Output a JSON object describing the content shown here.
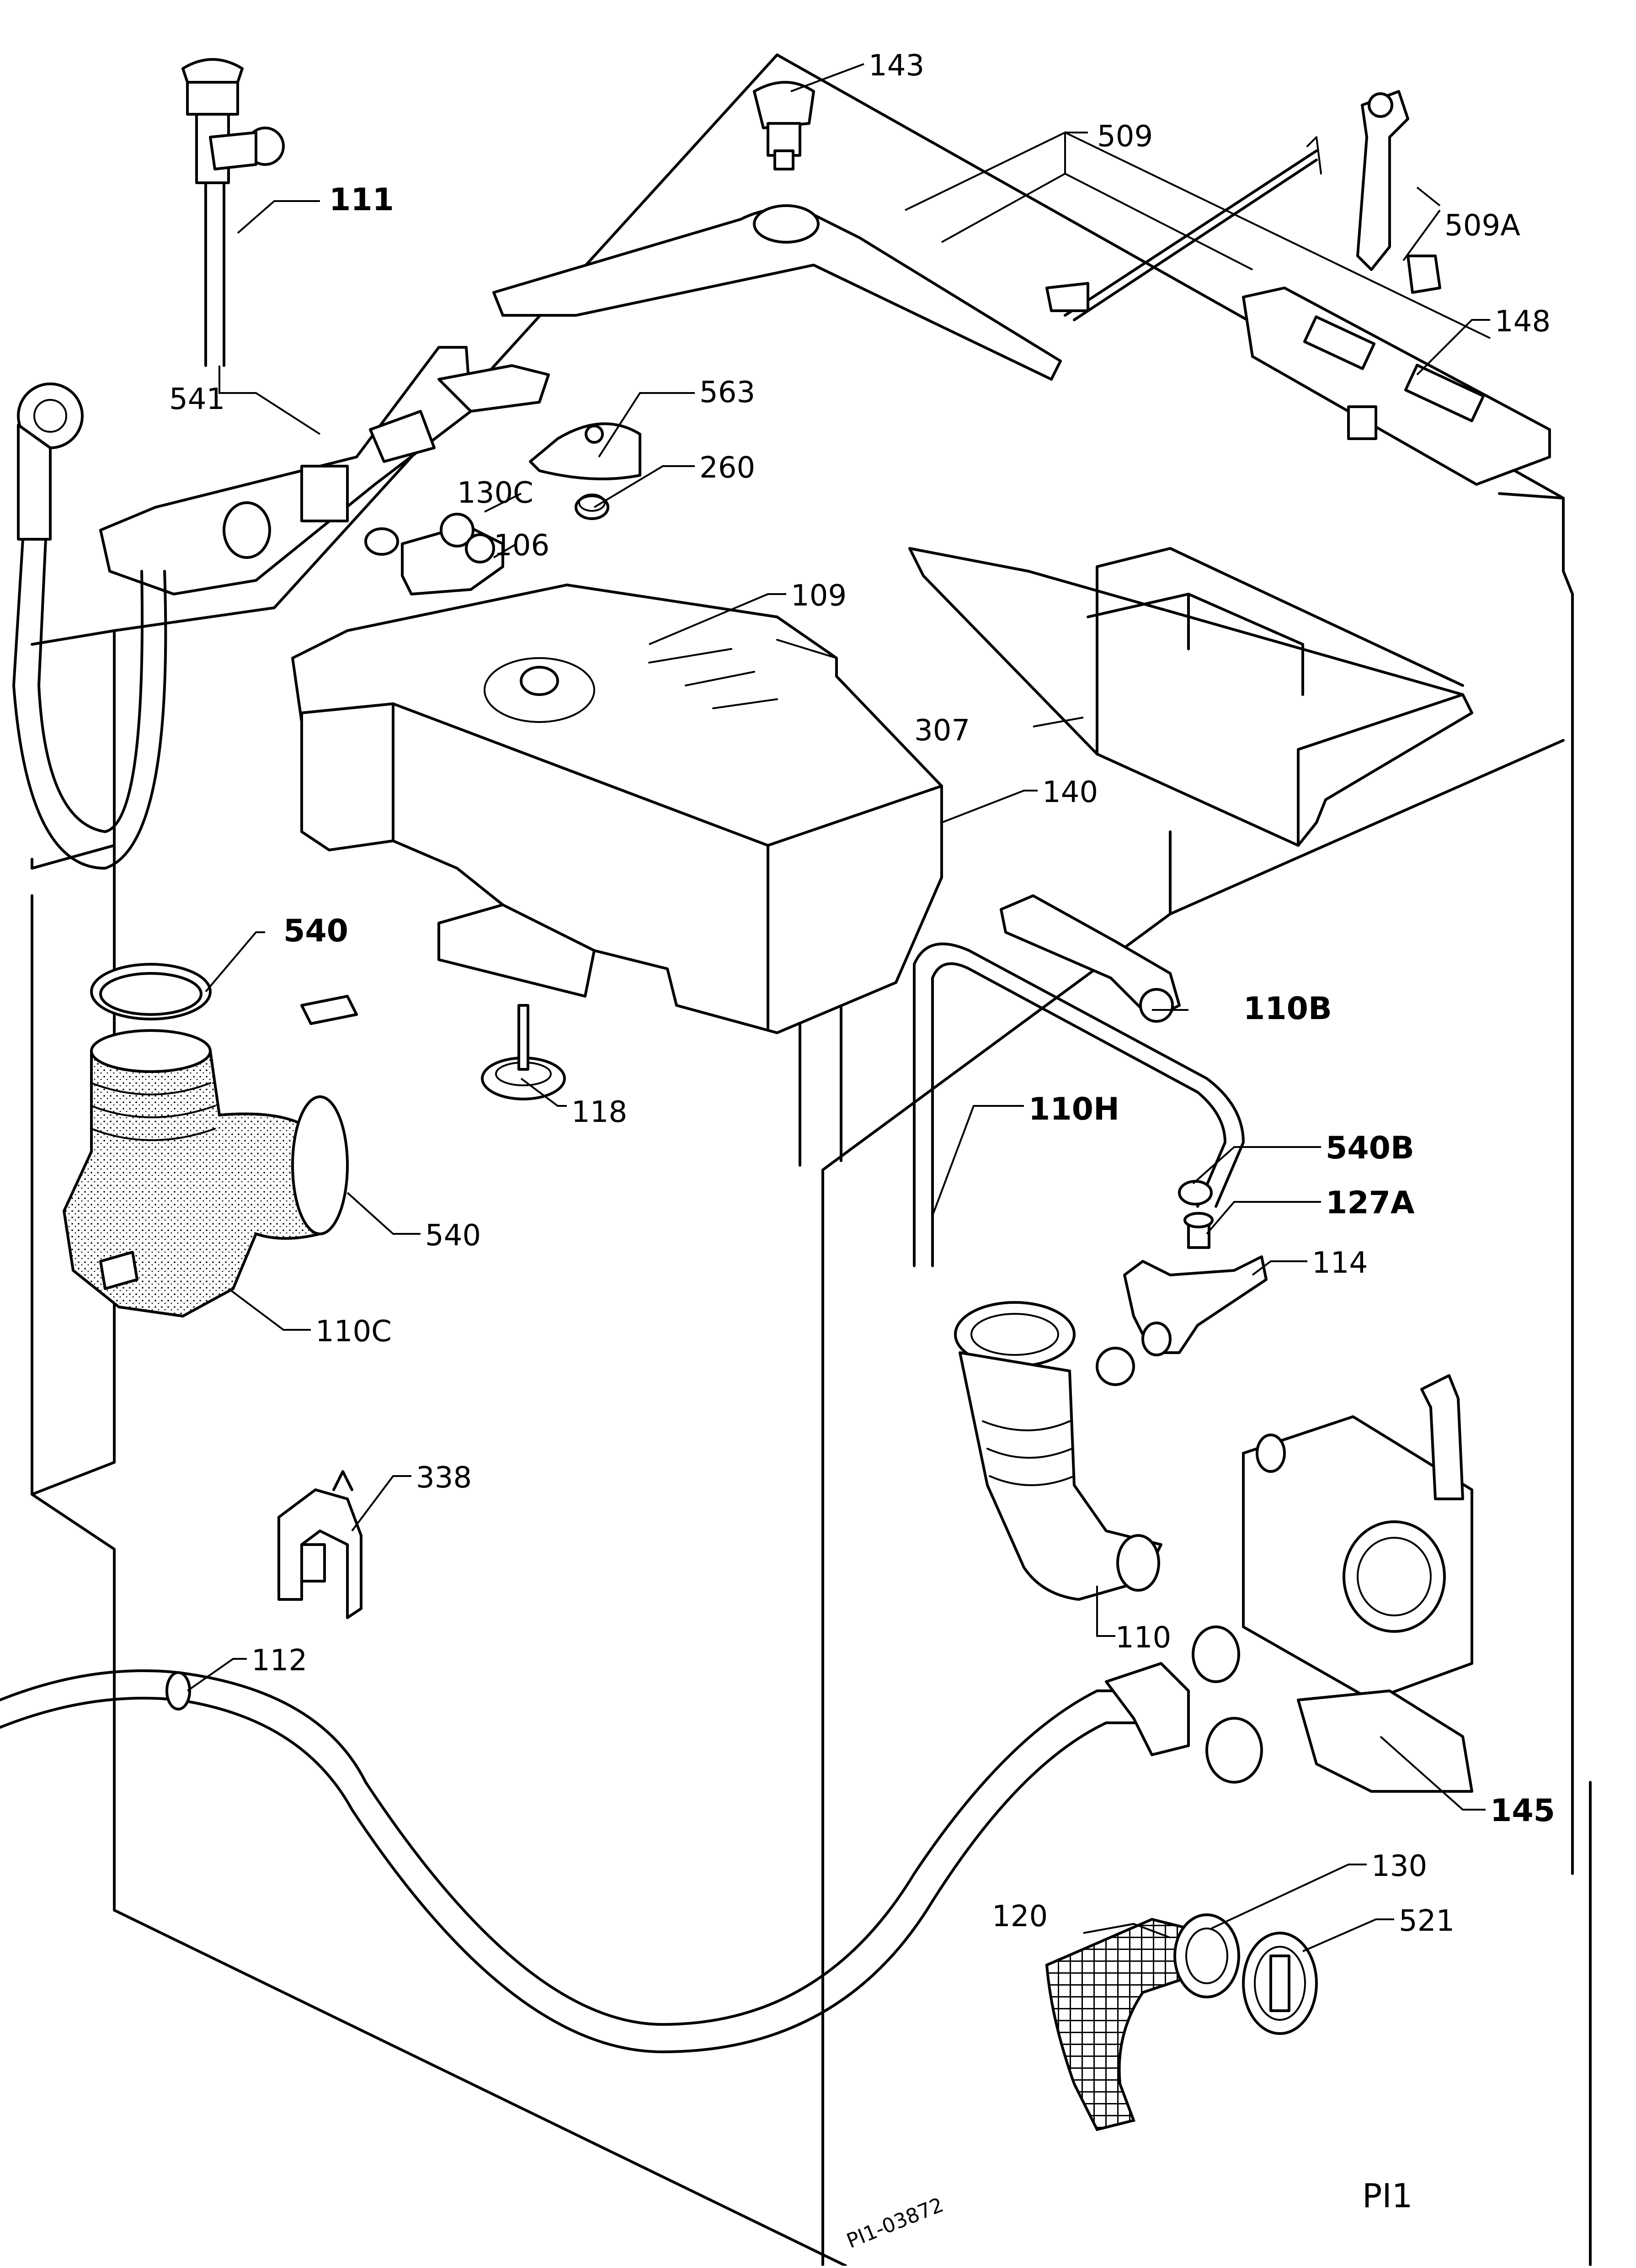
{
  "labels": {
    "l143": "143",
    "l509": "509",
    "l509a": "509A",
    "l111": "111",
    "l148": "148",
    "l541": "541",
    "l563": "563",
    "l260": "260",
    "l130c": "130C",
    "l106": "106",
    "l109": "109",
    "l307": "307",
    "l140": "140",
    "l540a": "540",
    "l110b": "110B",
    "l118": "118",
    "l110h": "110H",
    "l540b": "540B",
    "l540c": "540",
    "l127a": "127A",
    "l114": "114",
    "l110c": "110C",
    "l338": "338",
    "l110": "110",
    "l112": "112",
    "l145": "145",
    "l130": "130",
    "l120": "120",
    "l521": "521"
  },
  "drawing_code": "PI1-03872",
  "page_code": "PI1"
}
